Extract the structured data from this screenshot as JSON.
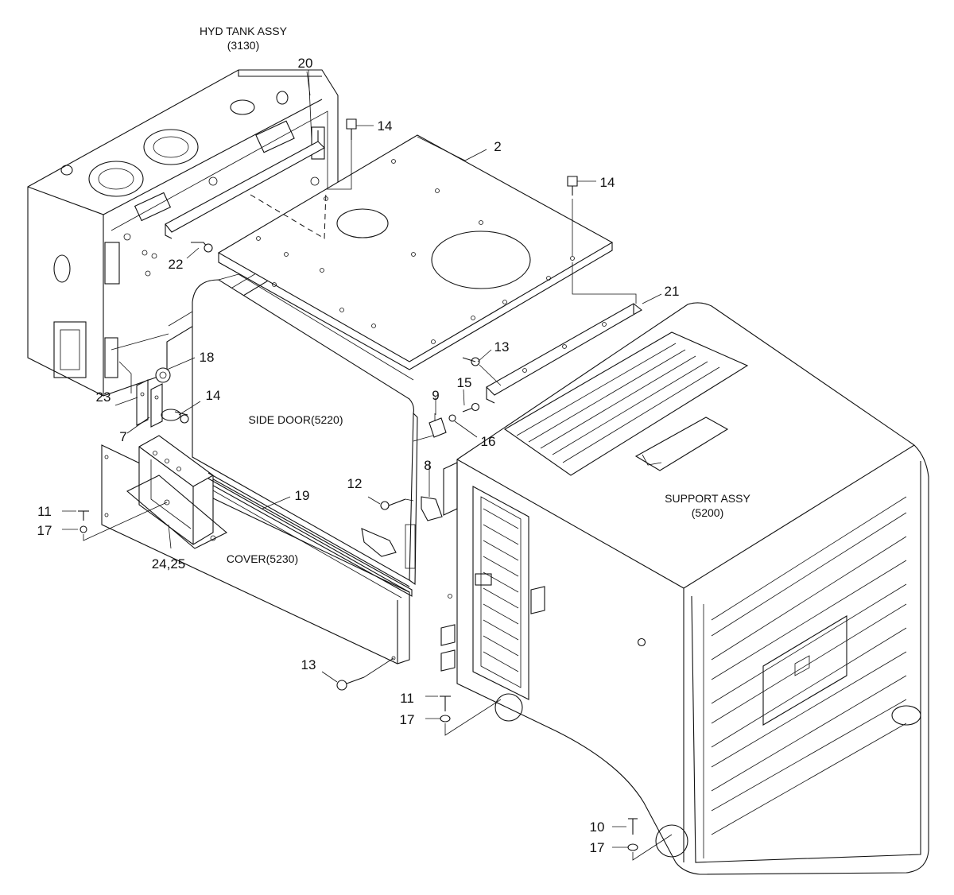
{
  "colors": {
    "line": "#111111",
    "background": "#ffffff"
  },
  "assembly_labels": {
    "hyd_tank": "HYD TANK ASSY",
    "hyd_tank_code": "(3130)",
    "side_door": "SIDE DOOR(5220)",
    "cover": "COVER(5230)",
    "support": "SUPPORT ASSY",
    "support_code": "(5200)"
  },
  "callouts": {
    "c2": "2",
    "c7": "7",
    "c8": "8",
    "c9": "9",
    "c10": "10",
    "c11a": "11",
    "c11b": "11",
    "c12": "12",
    "c13a": "13",
    "c13b": "13",
    "c14a": "14",
    "c14b": "14",
    "c14c": "14",
    "c15": "15",
    "c16": "16",
    "c17a": "17",
    "c17b": "17",
    "c17c": "17",
    "c18": "18",
    "c19": "19",
    "c20": "20",
    "c21": "21",
    "c22": "22",
    "c23": "23",
    "c24_25": "24,25"
  }
}
